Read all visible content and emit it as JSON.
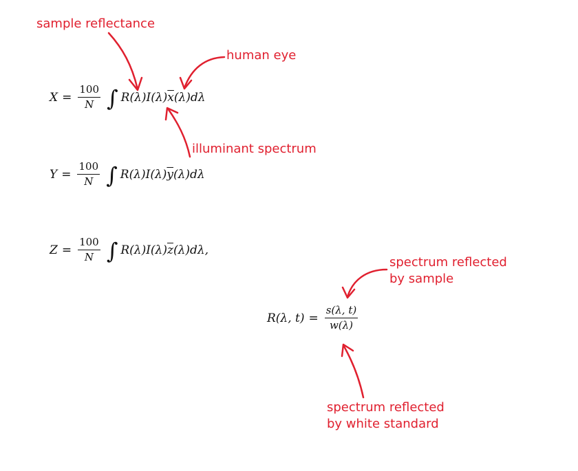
{
  "annotations": {
    "sample_reflectance": "sample reflectance",
    "human_eye": "human eye",
    "illuminant_spectrum": "illuminant spectrum",
    "spectrum_by_sample_line1": "spectrum reflected",
    "spectrum_by_sample_line2": "by sample",
    "spectrum_by_white_line1": "spectrum reflected",
    "spectrum_by_white_line2": "by white standard"
  },
  "equations": {
    "x": {
      "lhs": "X",
      "eq": "=",
      "num": "100",
      "den": "N",
      "integral": "∫",
      "body_pre": "R(λ)I(λ)",
      "cmf": "x",
      "body_post": "(λ)dλ"
    },
    "y": {
      "lhs": "Y",
      "eq": "=",
      "num": "100",
      "den": "N",
      "integral": "∫",
      "body_pre": "R(λ)I(λ)",
      "cmf": "y",
      "body_post": "(λ)dλ"
    },
    "z": {
      "lhs": "Z",
      "eq": "=",
      "num": "100",
      "den": "N",
      "integral": "∫",
      "body_pre": "R(λ)I(λ)",
      "cmf": "z",
      "body_post": "(λ)dλ,"
    },
    "r": {
      "lhs": "R(λ, t)",
      "eq": "=",
      "num": "s(λ, t)",
      "den": "w(λ)"
    }
  },
  "colors": {
    "annotation": "#e0202f",
    "text": "#111111"
  }
}
